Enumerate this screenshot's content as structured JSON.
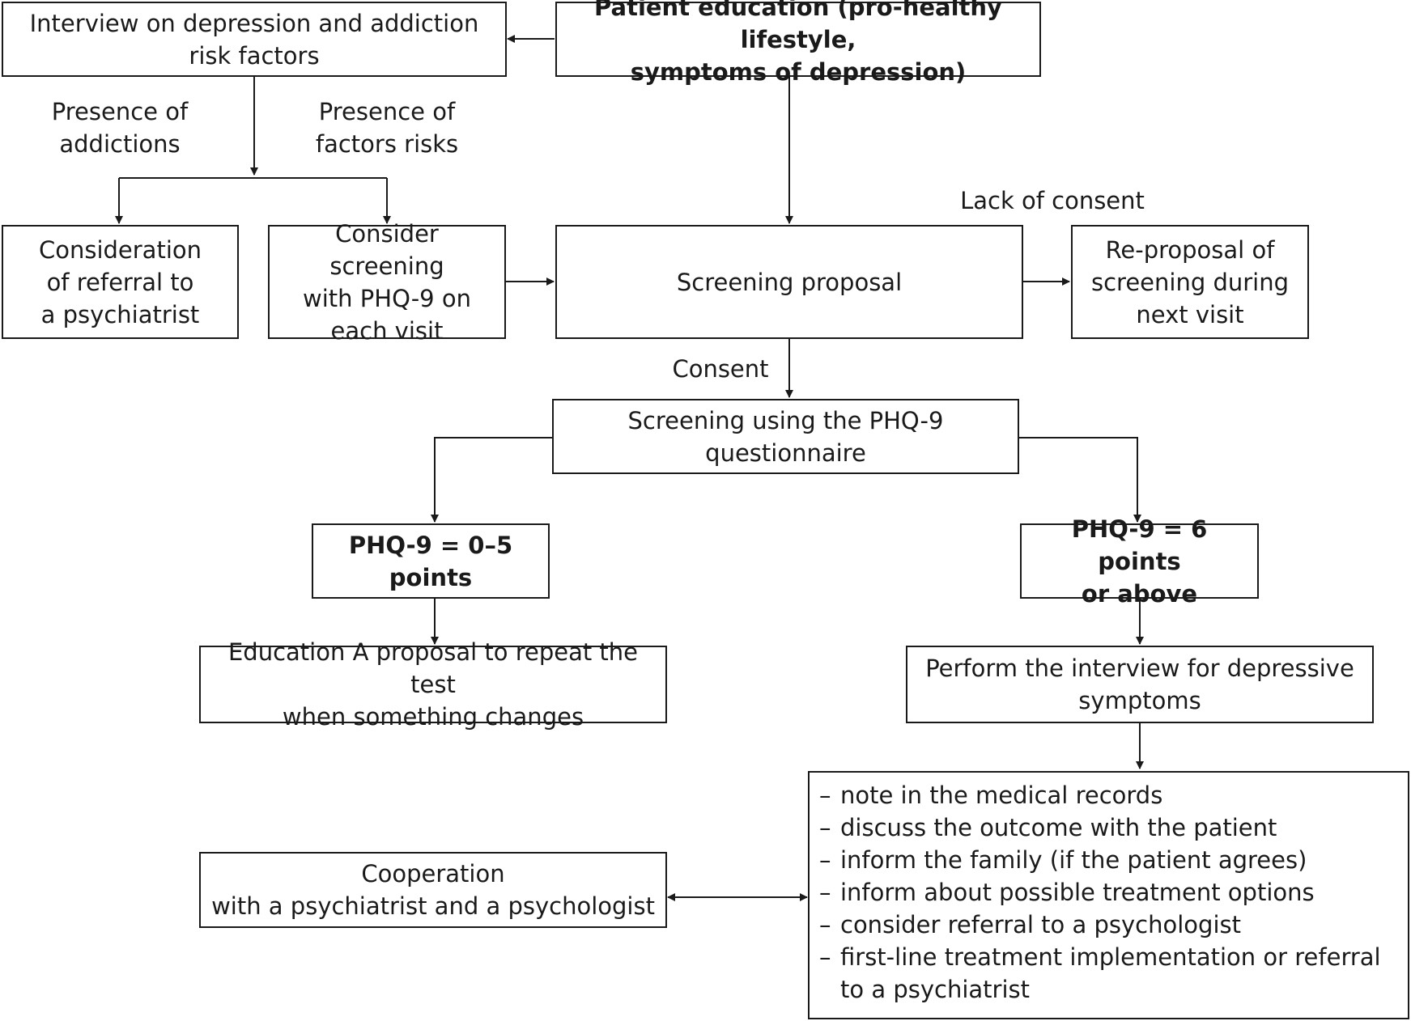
{
  "diagram": {
    "boxes": {
      "interview": "Interview on depression and addiction\nrisk factors",
      "education": "Patient education (pro-healthy lifestyle,\nsymptoms of depression)",
      "referral": "Consideration\nof referral to\na psychiatrist",
      "consider_screening": "Consider screening\nwith PHQ-9 on\neach visit",
      "proposal": "Screening proposal",
      "reproposal": "Re-proposal of\nscreening during\nnext visit",
      "screening": "Screening using the PHQ-9\nquestionnaire",
      "low_score": "PHQ-9 = 0–5\npoints",
      "high_score": "PHQ-9 = 6 points\nor above",
      "education_repeat": "Education A proposal to repeat the test\nwhen something changes",
      "perform_interview": "Perform the interview for depressive\nsymptoms",
      "cooperation": "Cooperation\nwith a psychiatrist and a psychologist"
    },
    "actions": [
      "note in the medical records",
      "discuss the outcome with the patient",
      "inform the family (if the patient agrees)",
      "inform about possible treatment options",
      "consider referral to a psychologist",
      "first-line treatment implementation or referral to a psychiatrist"
    ],
    "list_dash": "–",
    "labels": {
      "addictions": "Presence of\naddictions",
      "risk_factors": "Presence of\nfactors risks",
      "lack_consent": "Lack of consent",
      "consent": "Consent"
    }
  }
}
